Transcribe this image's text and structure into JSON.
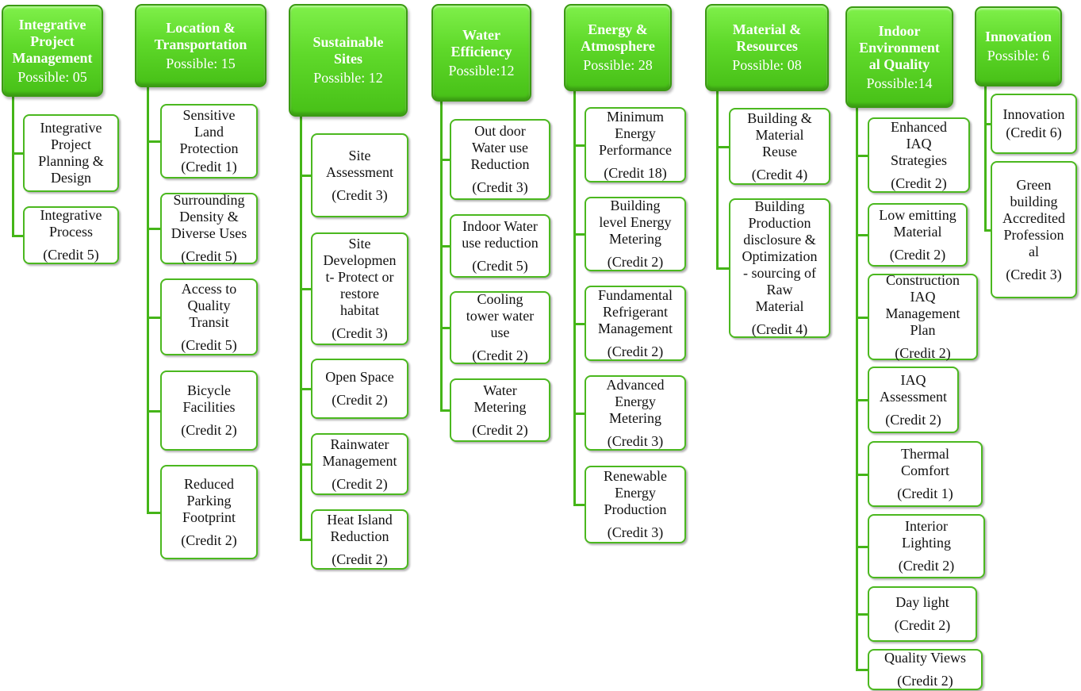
{
  "categories": [
    {
      "title": "Integrative Project Management",
      "possible": "Possible: 05",
      "items": [
        {
          "label": "Integrative Project Planning & Design",
          "credit": ""
        },
        {
          "label": "Integrative Process",
          "credit": "(Credit 5)"
        }
      ]
    },
    {
      "title": "Location & Transportation",
      "possible": "Possible: 15",
      "items": [
        {
          "label": "Sensitive Land Protection",
          "credit": "(Credit 1)"
        },
        {
          "label": "Surrounding Density & Diverse Uses",
          "credit": "(Credit 5)"
        },
        {
          "label": "Access to Quality Transit",
          "credit": "(Credit 5)"
        },
        {
          "label": "Bicycle Facilities",
          "credit": "(Credit 2)"
        },
        {
          "label": "Reduced Parking Footprint",
          "credit": "(Credit 2)"
        }
      ]
    },
    {
      "title": "Sustainable Sites",
      "possible": "Possible: 12",
      "items": [
        {
          "label": "Site Assessment",
          "credit": "(Credit 3)"
        },
        {
          "label": "Site Developmen t- Protect or restore habitat",
          "credit": "(Credit 3)"
        },
        {
          "label": "Open Space",
          "credit": "(Credit 2)"
        },
        {
          "label": "Rainwater Management",
          "credit": "(Credit 2)"
        },
        {
          "label": "Heat Island Reduction",
          "credit": "(Credit 2)"
        }
      ]
    },
    {
      "title": "Water Efficiency",
      "possible": "Possible:12",
      "items": [
        {
          "label": "Out door Water use Reduction",
          "credit": "(Credit 3)"
        },
        {
          "label": "Indoor Water use reduction",
          "credit": "(Credit 5)"
        },
        {
          "label": "Cooling tower water use",
          "credit": "(Credit 2)"
        },
        {
          "label": "Water Metering",
          "credit": "(Credit 2)"
        }
      ]
    },
    {
      "title": "Energy & Atmosphere",
      "possible": "Possible: 28",
      "items": [
        {
          "label": "Minimum Energy Performance",
          "credit": "(Credit 18)"
        },
        {
          "label": "Building level Energy Metering",
          "credit": "(Credit 2)"
        },
        {
          "label": "Fundamental Refrigerant Management",
          "credit": "(Credit 2)"
        },
        {
          "label": "Advanced Energy Metering",
          "credit": "(Credit 3)"
        },
        {
          "label": "Renewable Energy Production",
          "credit": "(Credit 3)"
        }
      ]
    },
    {
      "title": "Material & Resources",
      "possible": "Possible: 08",
      "items": [
        {
          "label": "Building & Material Reuse",
          "credit": "(Credit 4)"
        },
        {
          "label": "Building Production disclosure & Optimization - sourcing of Raw Material",
          "credit": "(Credit 4)"
        }
      ]
    },
    {
      "title": "Indoor Environment al Quality",
      "possible": "Possible:14",
      "items": [
        {
          "label": "Enhanced IAQ Strategies",
          "credit": "(Credit 2)"
        },
        {
          "label": "Low emitting Material",
          "credit": "(Credit 2)"
        },
        {
          "label": "Construction IAQ Management Plan",
          "credit": "(Credit 2)"
        },
        {
          "label": "IAQ Assessment",
          "credit": "(Credit 2)"
        },
        {
          "label": "Thermal Comfort",
          "credit": "(Credit 1)"
        },
        {
          "label": "Interior Lighting",
          "credit": "(Credit 2)"
        },
        {
          "label": "Day light",
          "credit": "(Credit 2)"
        },
        {
          "label": "Quality Views",
          "credit": "(Credit 2)"
        }
      ]
    },
    {
      "title": "Innovation",
      "possible": "Possible: 6",
      "items": [
        {
          "label": "Innovation",
          "credit": "(Credit 6)"
        },
        {
          "label": "Green building Accredited Professional",
          "credit": "(Credit 3)"
        }
      ]
    }
  ]
}
